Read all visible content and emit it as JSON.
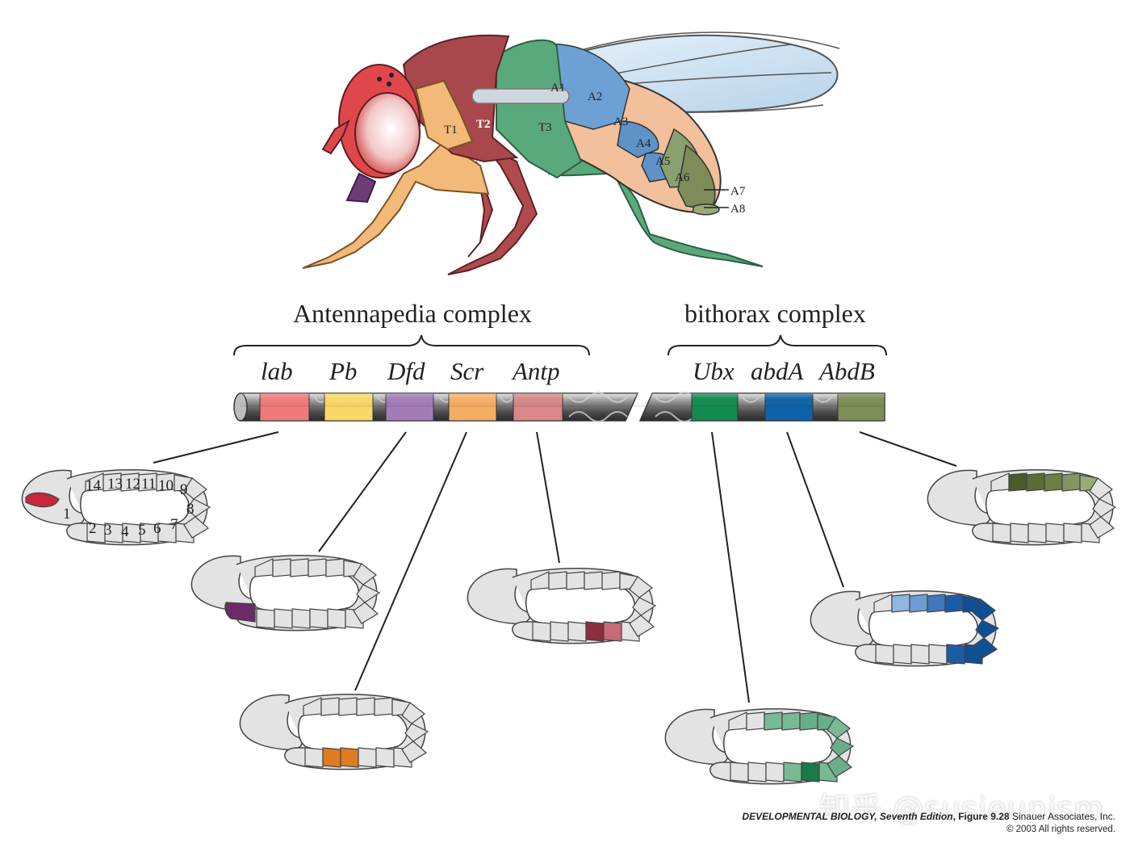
{
  "complexes": {
    "antennapedia": "Antennapedia complex",
    "bithorax": "bithorax complex"
  },
  "genes": [
    {
      "name": "lab",
      "color": "#f07a7a"
    },
    {
      "name": "Pb",
      "color": "#fbd767"
    },
    {
      "name": "Dfd",
      "color": "#a37cb7"
    },
    {
      "name": "Scr",
      "color": "#f6ae64"
    },
    {
      "name": "Antp",
      "color": "#d98788"
    },
    {
      "name": "Ubx",
      "color": "#128a4f"
    },
    {
      "name": "abdA",
      "color": "#0f62a8"
    },
    {
      "name": "AbdB",
      "color": "#7d8c58"
    }
  ],
  "fly_segments": {
    "t1": "T1",
    "t2": "T2",
    "t3": "T3",
    "a1": "A1",
    "a2": "A2",
    "a3": "A3",
    "a4": "A4",
    "a5": "A5",
    "a6": "A6",
    "a7": "A7",
    "a8": "A8"
  },
  "embryo_numbers": {
    "dorsal": [
      "14",
      "13",
      "12",
      "11",
      "10",
      "9"
    ],
    "ventral": [
      "2",
      "3",
      "4",
      "5",
      "6",
      "7"
    ],
    "eight": "8",
    "one": "1"
  },
  "footer": {
    "book": "DEVELOPMENTAL BIOLOGY",
    "edition": ", Seventh Edition",
    "figure": ", Figure 9.28",
    "publisher": " Sinauer Associates, Inc.",
    "copyright": "© 2003 All rights reserved."
  },
  "watermark": "知乎 @susieunism"
}
